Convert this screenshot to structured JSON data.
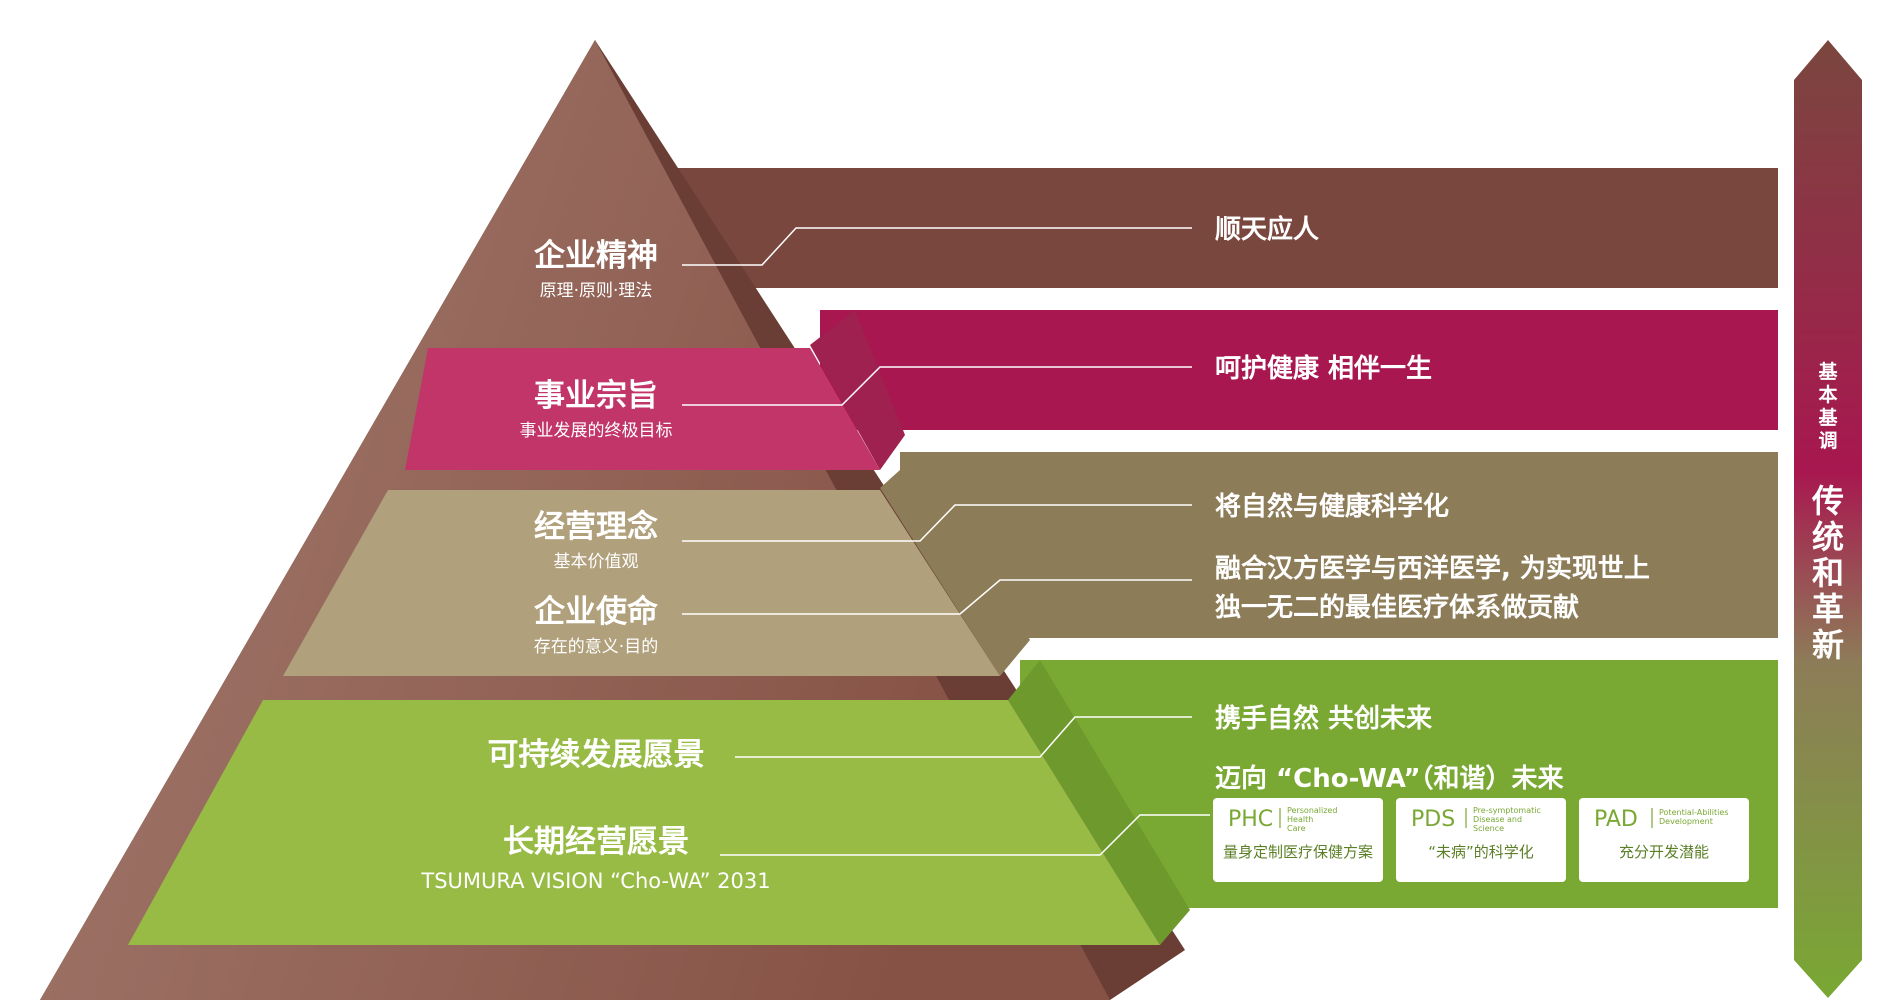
{
  "colors": {
    "brown": "#7a473e",
    "magenta": "#a8174f",
    "khaki": "#8d7c58",
    "green": "#79a833",
    "pyramid_top": "#97695c",
    "pink_face": "#c23568",
    "tan_face": "#b1a07c",
    "light_green_face": "#98bb46"
  },
  "pyramid": {
    "spirit": {
      "title": "企业精神",
      "subtitle": "原理·原则·理法"
    },
    "purpose": {
      "title": "事业宗旨",
      "subtitle": "事业发展的终极目标"
    },
    "philosophy": {
      "title": "经营理念",
      "subtitle": "基本价值观"
    },
    "mission": {
      "title": "企业使命",
      "subtitle": "存在的意义·目的"
    },
    "sustainable": {
      "title": "可持续发展愿景"
    },
    "longterm": {
      "title": "长期经营愿景",
      "subtitle": "TSUMURA VISION “Cho-WA” 2031"
    }
  },
  "bands": {
    "spirit": "顺天应人",
    "purpose": "呵护健康 相伴一生",
    "philosophy": "将自然与健康科学化",
    "mission_line1": "融合汉方医学与西洋医学, 为实现世上",
    "mission_line2": "独一无二的最佳医疗体系做贡献",
    "sustainable": "携手自然 共创未来",
    "longterm": "迈向 “Cho-WA”（和谐）未来"
  },
  "cards": [
    {
      "abbr": "PHC",
      "desc": [
        "Personalized",
        "Health",
        "Care"
      ],
      "label": "量身定制医疗保健方案"
    },
    {
      "abbr": "PDS",
      "desc": [
        "Pre-symptomatic",
        "Disease and",
        "Science"
      ],
      "label": "“未病”的科学化"
    },
    {
      "abbr": "PAD",
      "desc": [
        "Potential-Abilities",
        "Development"
      ],
      "label": "充分开发潜能"
    }
  ],
  "side_arrow": {
    "small": "基本基调",
    "large": "传统和革新"
  }
}
